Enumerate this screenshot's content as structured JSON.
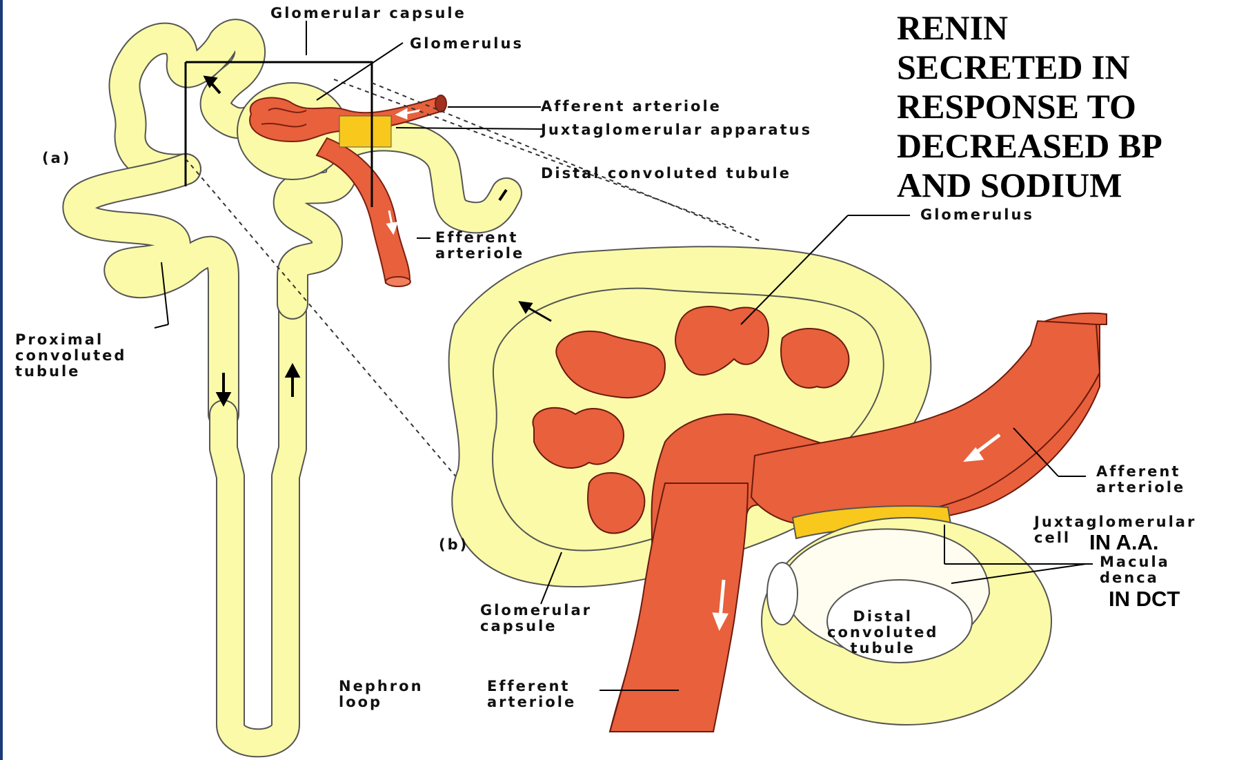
{
  "labels": {
    "a_glomerular_capsule": "Glomerular capsule",
    "a_glomerulus": "Glomerulus",
    "a_afferent_arteriole": "Afferent arteriole",
    "a_juxtaglomerular_apparatus": "Juxtaglomerular apparatus",
    "a_distal_convoluted_tubule": "Distal convoluted tubule",
    "panel_a": "(a)",
    "a_efferent_arteriole": "Efferent\narteriole",
    "a_proximal_convoluted_tubule": "Proximal\nconvoluted\ntubule",
    "b_glomerulus": "Glomerulus",
    "b_afferent_arteriole": "Afferent\narteriole",
    "b_juxtaglomerular_cell": "Juxtaglomerular\ncell",
    "b_macula_densa": "Macula\ndenca",
    "panel_b": "(b)",
    "b_glomerular_capsule": "Glomerular\ncapsule",
    "b_distal_convoluted_tubule": "Distal\nconvoluted\ntubule",
    "nephron_loop": "Nephron\nloop",
    "b_efferent_arteriole": "Efferent\narteriole"
  },
  "annotation": {
    "lines": [
      "RENIN",
      "SECRETED IN",
      "RESPONSE TO",
      "DECREASED BP",
      "AND  SODIUM"
    ],
    "in_aa": "IN A.A.",
    "in_dct": "IN DCT"
  },
  "colors": {
    "tubule": "#fafaa8",
    "vessel": "#e8603c",
    "jg_apparatus": "#f8c81c",
    "frame": "#1a3a78"
  }
}
